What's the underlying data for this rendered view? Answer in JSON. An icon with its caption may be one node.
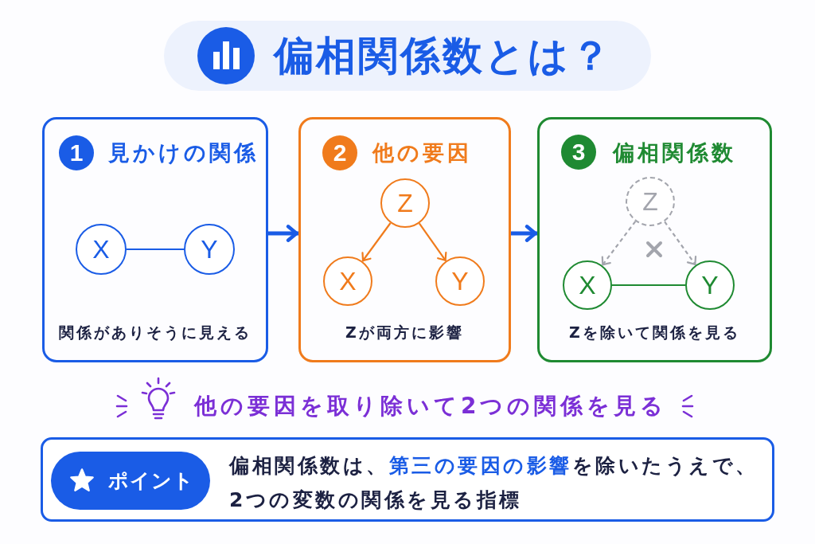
{
  "diagram": {
    "title": "偏相関係数とは？",
    "nodes": [
      {
        "text": [
          "見かけの関係",
          "関係がありそうに見える"
        ]
      },
      {
        "text": [
          "1"
        ],
        "in": 0
      },
      {
        "text": [
          "X"
        ],
        "in": 0
      },
      {
        "text": [
          "Y"
        ],
        "in": 0
      },
      {
        "text": [
          "他の要因",
          "Zが両方に影響"
        ]
      },
      {
        "text": [
          "2"
        ],
        "in": 4
      },
      {
        "text": [
          "Z"
        ],
        "in": 4
      },
      {
        "text": [
          "X"
        ],
        "in": 4
      },
      {
        "text": [
          "Y"
        ],
        "in": 4
      },
      {
        "text": [
          "偏相関係数",
          "Zを除いて関係を見る"
        ]
      },
      {
        "text": [
          "3"
        ],
        "in": 9
      },
      {
        "text": [
          "Z"
        ],
        "in": 9
      },
      {
        "text": [
          "X"
        ],
        "in": 9
      },
      {
        "text": [
          "Y"
        ],
        "in": 9
      },
      {
        "text": [
          "偏相関係数は、**第三の要因の影響**を除いたうえで、2つの変数の関係を見る指標"
        ]
      },
      {
        "text": [
          "ポイント"
        ],
        "in": 14
      }
    ],
    "edges": [
      {
        "from": 2,
        "to": 3,
        "arrow": "none"
      },
      {
        "from": 0,
        "to": 4,
        "arrow": "to",
        "style": "thick"
      },
      {
        "from": 6,
        "to": 7,
        "arrow": "to",
        "color": "#f07b1c"
      },
      {
        "from": 6,
        "to": 8,
        "arrow": "to",
        "color": "#f07b1c"
      },
      {
        "from": 4,
        "to": 9,
        "arrow": "to",
        "style": "thick"
      },
      {
        "from": 11,
        "to": 12,
        "arrow": "to",
        "style": "dashed",
        "color": "#a3a5ad"
      },
      {
        "from": 11,
        "to": 13,
        "arrow": "to",
        "style": "dashed",
        "color": "#a3a5ad"
      },
      {
        "from": 12,
        "to": 13,
        "arrow": "none",
        "color": "#1f8a32"
      }
    ],
    "labels": [
      "他の要因を取り除いて2つの関係を見る"
    ]
  }
}
